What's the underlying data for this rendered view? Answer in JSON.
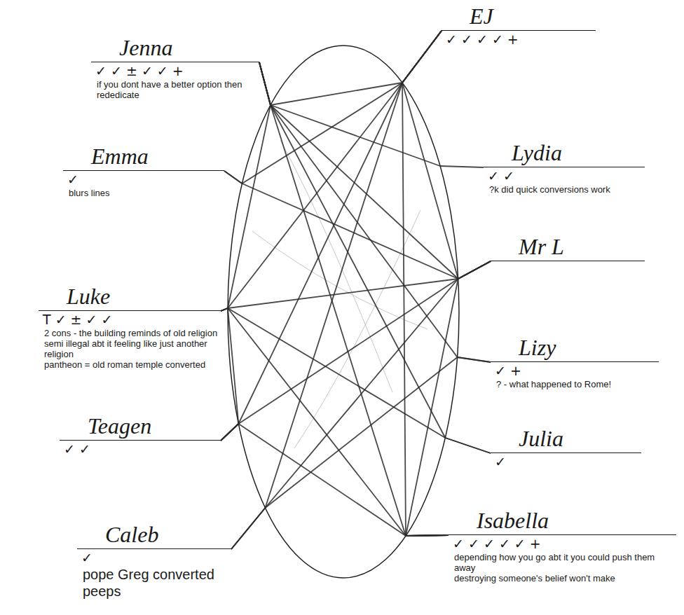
{
  "diagram": {
    "nodes": [
      {
        "text": [
          "Jenna",
          "✓ ✓ ± ✓ ✓ +",
          "if you dont have a better option then rededicate"
        ]
      },
      {
        "text": [
          "EJ",
          "✓ ✓ ✓ ✓ +"
        ]
      },
      {
        "text": [
          "Emma",
          "✓",
          "blurs lines"
        ]
      },
      {
        "text": [
          "Lydia",
          "✓ ✓",
          "?k did quick conversions work"
        ]
      },
      {
        "text": [
          "Mr L"
        ]
      },
      {
        "text": [
          "Luke",
          "T ✓ ± ✓ ✓",
          "2 cons - the building reminds of old religion",
          "semi illegal abt it feeling like just another religion",
          "pantheon = old roman temple converted"
        ]
      },
      {
        "text": [
          "Lizy",
          "✓ +",
          "? - what happened to Rome!"
        ]
      },
      {
        "text": [
          "Teagen",
          "✓ ✓"
        ]
      },
      {
        "text": [
          "Julia",
          "✓"
        ]
      },
      {
        "text": [
          "Caleb",
          "✓",
          "pope Greg converted peeps"
        ]
      },
      {
        "text": [
          "Isabella",
          "✓ ✓ ✓ ✓ ✓ +",
          "depending how you go abt it you could push them away",
          "destroying someone's belief won't make"
        ]
      }
    ],
    "edges": [
      {
        "from": 0,
        "to": 1,
        "arrow": "none"
      },
      {
        "from": 0,
        "to": 4,
        "arrow": "none"
      },
      {
        "from": 0,
        "to": 5,
        "arrow": "none"
      },
      {
        "from": 0,
        "to": 10,
        "arrow": "none"
      },
      {
        "from": 0,
        "to": 6,
        "arrow": "none"
      },
      {
        "from": 0,
        "to": 8,
        "arrow": "none"
      },
      {
        "from": 0,
        "to": 3,
        "arrow": "none"
      },
      {
        "from": 1,
        "to": 5,
        "arrow": "none"
      },
      {
        "from": 1,
        "to": 4,
        "arrow": "none"
      },
      {
        "from": 1,
        "to": 2,
        "arrow": "none"
      },
      {
        "from": 1,
        "to": 7,
        "arrow": "none"
      },
      {
        "from": 1,
        "to": 9,
        "arrow": "none"
      },
      {
        "from": 1,
        "to": 10,
        "arrow": "none"
      },
      {
        "from": 5,
        "to": 4,
        "arrow": "none"
      },
      {
        "from": 5,
        "to": 10,
        "arrow": "none"
      },
      {
        "from": 5,
        "to": 8,
        "arrow": "none"
      },
      {
        "from": 5,
        "to": 7,
        "arrow": "none"
      },
      {
        "from": 4,
        "to": 7,
        "arrow": "none"
      },
      {
        "from": 4,
        "to": 9,
        "arrow": "none"
      },
      {
        "from": 4,
        "to": 2,
        "arrow": "none"
      },
      {
        "from": 4,
        "to": 10,
        "arrow": "none"
      },
      {
        "from": 7,
        "to": 10,
        "arrow": "none"
      },
      {
        "from": 9,
        "to": 6,
        "arrow": "none"
      }
    ]
  }
}
